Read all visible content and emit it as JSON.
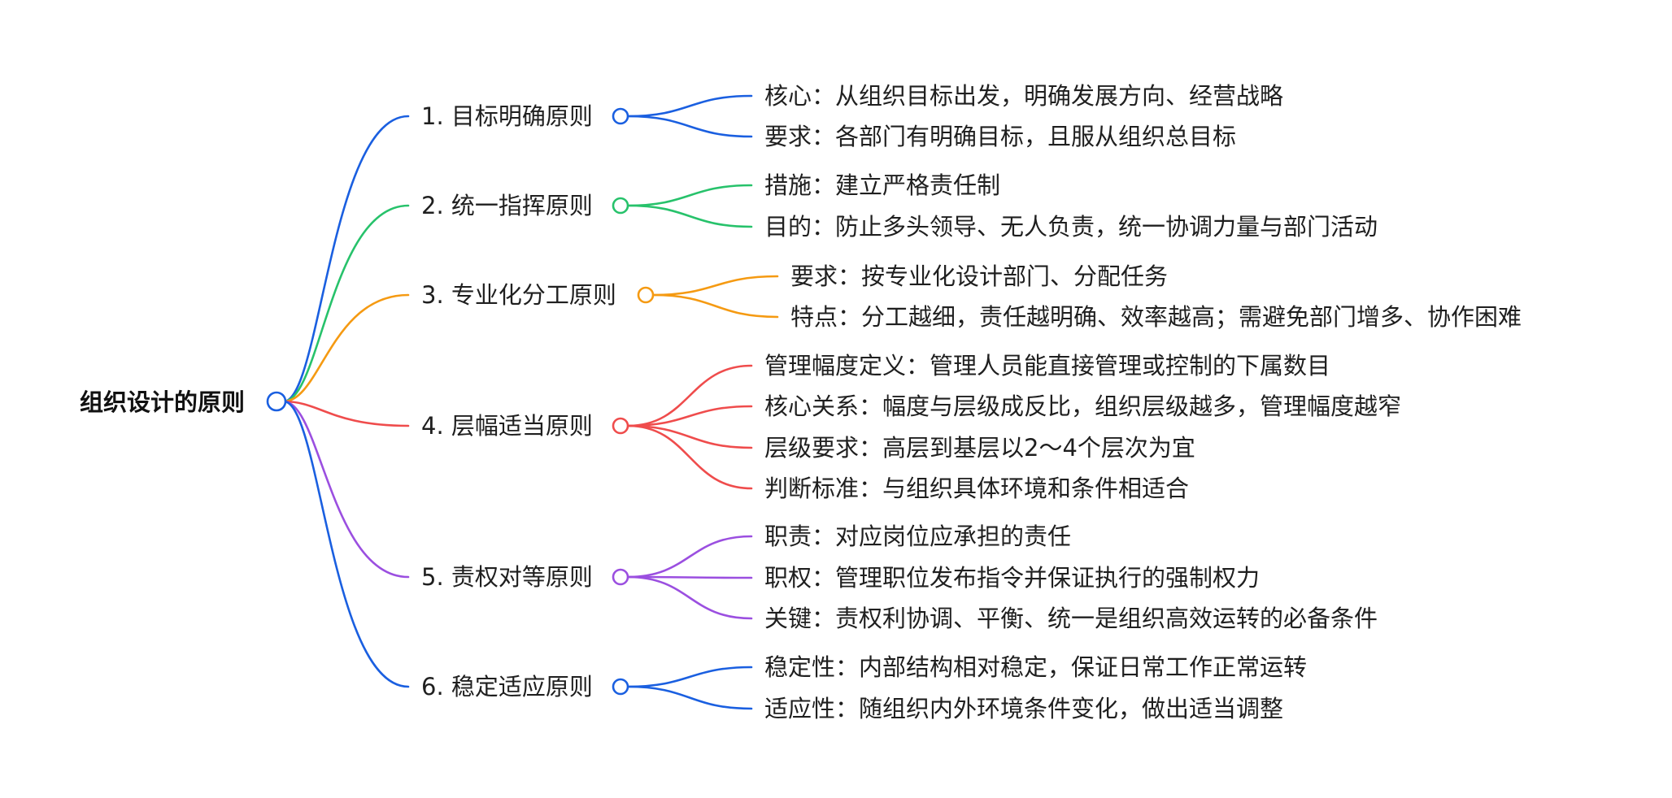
{
  "root": {
    "label": "组织设计的原则",
    "color": "#1a5fe0"
  },
  "branches": [
    {
      "label": "1. 目标明确原则",
      "color": "#1a5fe0",
      "children": [
        "核心：从组织目标出发，明确发展方向、经营战略",
        "要求：各部门有明确目标，且服从组织总目标"
      ]
    },
    {
      "label": "2. 统一指挥原则",
      "color": "#27c26b",
      "children": [
        "措施：建立严格责任制",
        "目的：防止多头领导、无人负责，统一协调力量与部门活动"
      ]
    },
    {
      "label": "3. 专业化分工原则",
      "color": "#f59a12",
      "children": [
        "要求：按专业化设计部门、分配任务",
        "特点：分工越细，责任越明确、效率越高；需避免部门增多、协作困难"
      ]
    },
    {
      "label": "4. 层幅适当原则",
      "color": "#ef4c4c",
      "children": [
        "管理幅度定义：管理人员能直接管理或控制的下属数目",
        "核心关系：幅度与层级成反比，组织层级越多，管理幅度越窄",
        "层级要求：高层到基层以2～4个层次为宜",
        "判断标准：与组织具体环境和条件相适合"
      ]
    },
    {
      "label": "5. 责权对等原则",
      "color": "#9b4fe0",
      "children": [
        "职责：对应岗位应承担的责任",
        "职权：管理职位发布指令并保证执行的强制权力",
        "关键：责权利协调、平衡、统一是组织高效运转的必备条件"
      ]
    },
    {
      "label": "6. 稳定适应原则",
      "color": "#1a5fe0",
      "children": [
        "稳定性：内部结构相对稳定，保证日常工作正常运转",
        "适应性：随组织内外环境条件变化，做出适当调整"
      ]
    }
  ]
}
